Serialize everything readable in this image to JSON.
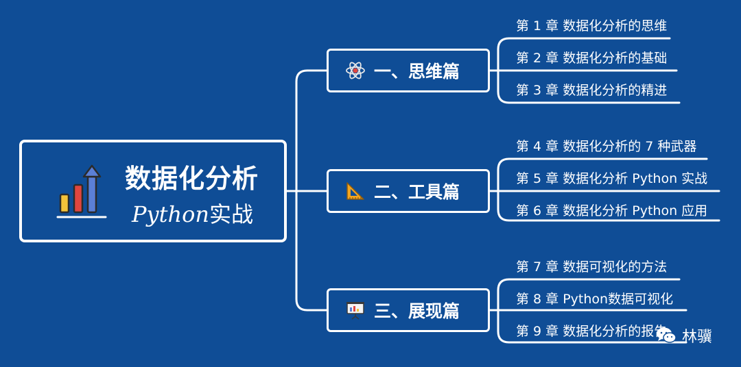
{
  "root": {
    "title": "数据化分析",
    "subtitle_en": "Python",
    "subtitle_cn": "实战",
    "icon": "rising-bar-chart-icon"
  },
  "sections": [
    {
      "label": "一、思维篇",
      "icon": "atom-icon",
      "chapters": [
        "第 1 章 数据化分析的思维",
        "第 2 章 数据化分析的基础",
        "第 3 章 数据化分析的精进"
      ]
    },
    {
      "label": "二、工具篇",
      "icon": "set-square-icon",
      "chapters": [
        "第 4 章 数据化分析的 7 种武器",
        "第 5 章 数据化分析 Python 实战",
        "第 6 章 数据化分析 Python 应用"
      ]
    },
    {
      "label": "三、展现篇",
      "icon": "presentation-board-icon",
      "chapters": [
        "第 7 章 数据可视化的方法",
        "第 8 章 Python数据可视化",
        "第 9 章 数据化分析的报告"
      ]
    }
  ],
  "watermark": {
    "text": "林骥",
    "icon": "wechat-icon"
  },
  "colors": {
    "background": "#0f4d96",
    "line": "#ffffff",
    "bar_yellow": "#f3c33a",
    "bar_red": "#e0463f",
    "bar_blue": "#5b7fd6"
  }
}
